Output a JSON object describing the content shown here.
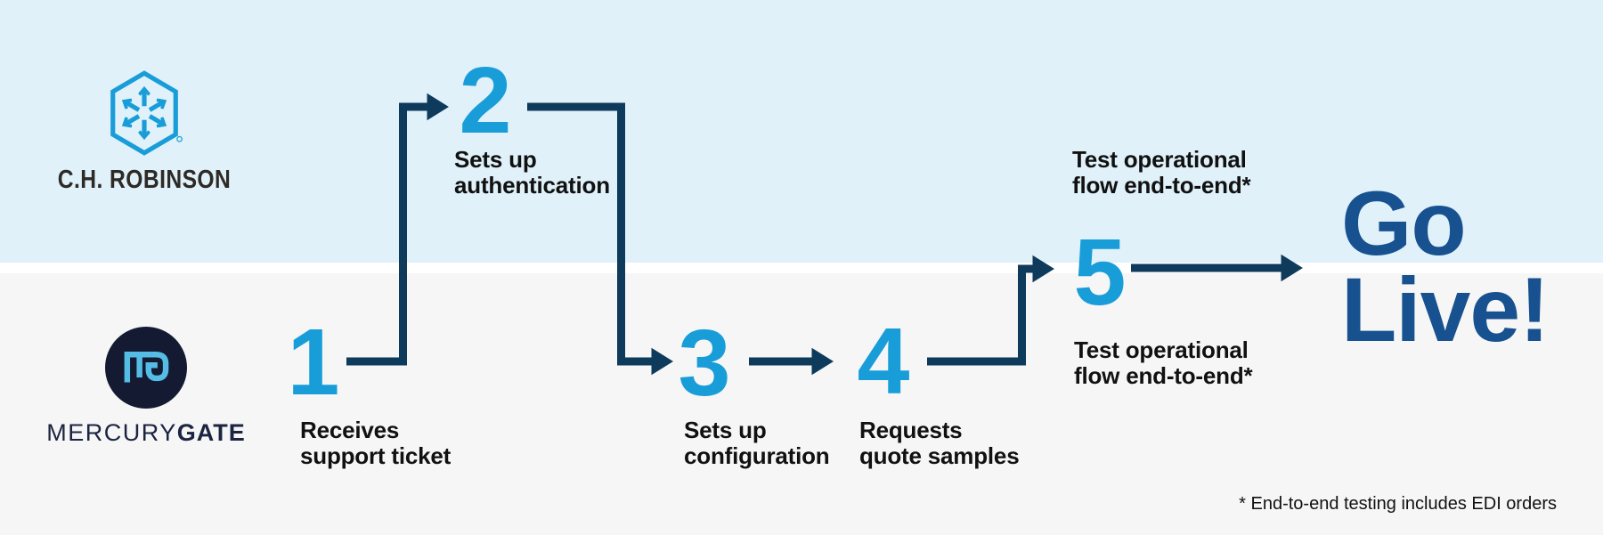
{
  "palette": {
    "lane_top_bg": "#E0F1FA",
    "lane_divider": "#FFFFFF",
    "lane_bottom_bg": "#F6F6F6",
    "accent_blue": "#189DD9",
    "connector_navy": "#0E3A5C",
    "golive_blue": "#17518F",
    "label_text": "#111111",
    "chr_text": "#2E2A26",
    "mg_circle": "#141A32",
    "mg_monogram": "#55BCE6",
    "mg_text": "#1B2440"
  },
  "lanes": {
    "top_actor": "C.H. Robinson",
    "bottom_actor": "MercuryGate"
  },
  "logos": {
    "ch_robinson": {
      "wordmark": "C.H. ROBINSON"
    },
    "mercurygate": {
      "monogram": "MG",
      "wordmark_regular": "MERCURY",
      "wordmark_bold": "GATE"
    }
  },
  "steps": [
    {
      "number": "1",
      "lane": "bottom",
      "label": "Receives\nsupport ticket"
    },
    {
      "number": "2",
      "lane": "top",
      "label": "Sets up\nauthentication"
    },
    {
      "number": "3",
      "lane": "bottom",
      "label": "Sets up\nconfiguration"
    },
    {
      "number": "4",
      "lane": "bottom",
      "label": "Requests\nquote samples"
    },
    {
      "number": "5",
      "lane": "both",
      "label_top": "Test operational\nflow end-to-end*",
      "label_bottom": "Test operational\nflow end-to-end*"
    }
  ],
  "outcome": {
    "text": "Go\nLive!"
  },
  "footnote": "* End-to-end testing includes EDI orders"
}
